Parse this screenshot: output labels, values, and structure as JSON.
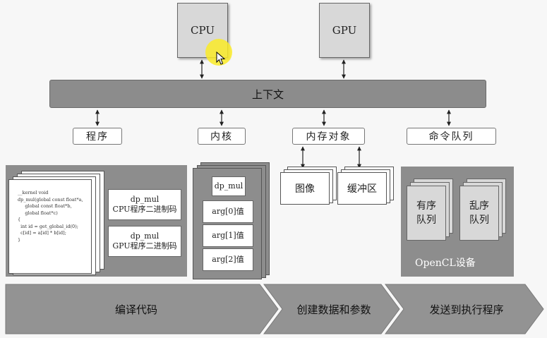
{
  "cpu": "CPU",
  "gpu": "GPU",
  "context": "上下文",
  "labels": {
    "program": "程序",
    "kernel": "内核",
    "memory_objects": "内存对象",
    "command_queue": "命令队列"
  },
  "program": {
    "code_lines": [
      "__kernel void",
      "dp_mul(global const float*a,",
      "     global const float*b,",
      "     global float*c)",
      "{",
      "  int id = get_global_id(0);",
      "  c[id] = a[id] * b[id];",
      "}"
    ],
    "cpu_binary_name": "dp_mul",
    "cpu_binary": "CPU程序二进制码",
    "gpu_binary_name": "dp_mul",
    "gpu_binary": "GPU程序二进制码"
  },
  "kernel": {
    "name": "dp_mul",
    "args": [
      "arg[0]值",
      "arg[1]值",
      "arg[2]值"
    ]
  },
  "memory": {
    "image": "图像",
    "buffer": "缓冲区"
  },
  "queues": {
    "in_order_1": "有序",
    "in_order_2": "队列",
    "out_of_order_1": "乱序",
    "out_of_order_2": "队列",
    "device": "OpenCL设备"
  },
  "stages": {
    "compile": "编译代码",
    "create": "创建数据和参数",
    "execute": "发送到执行程序"
  }
}
